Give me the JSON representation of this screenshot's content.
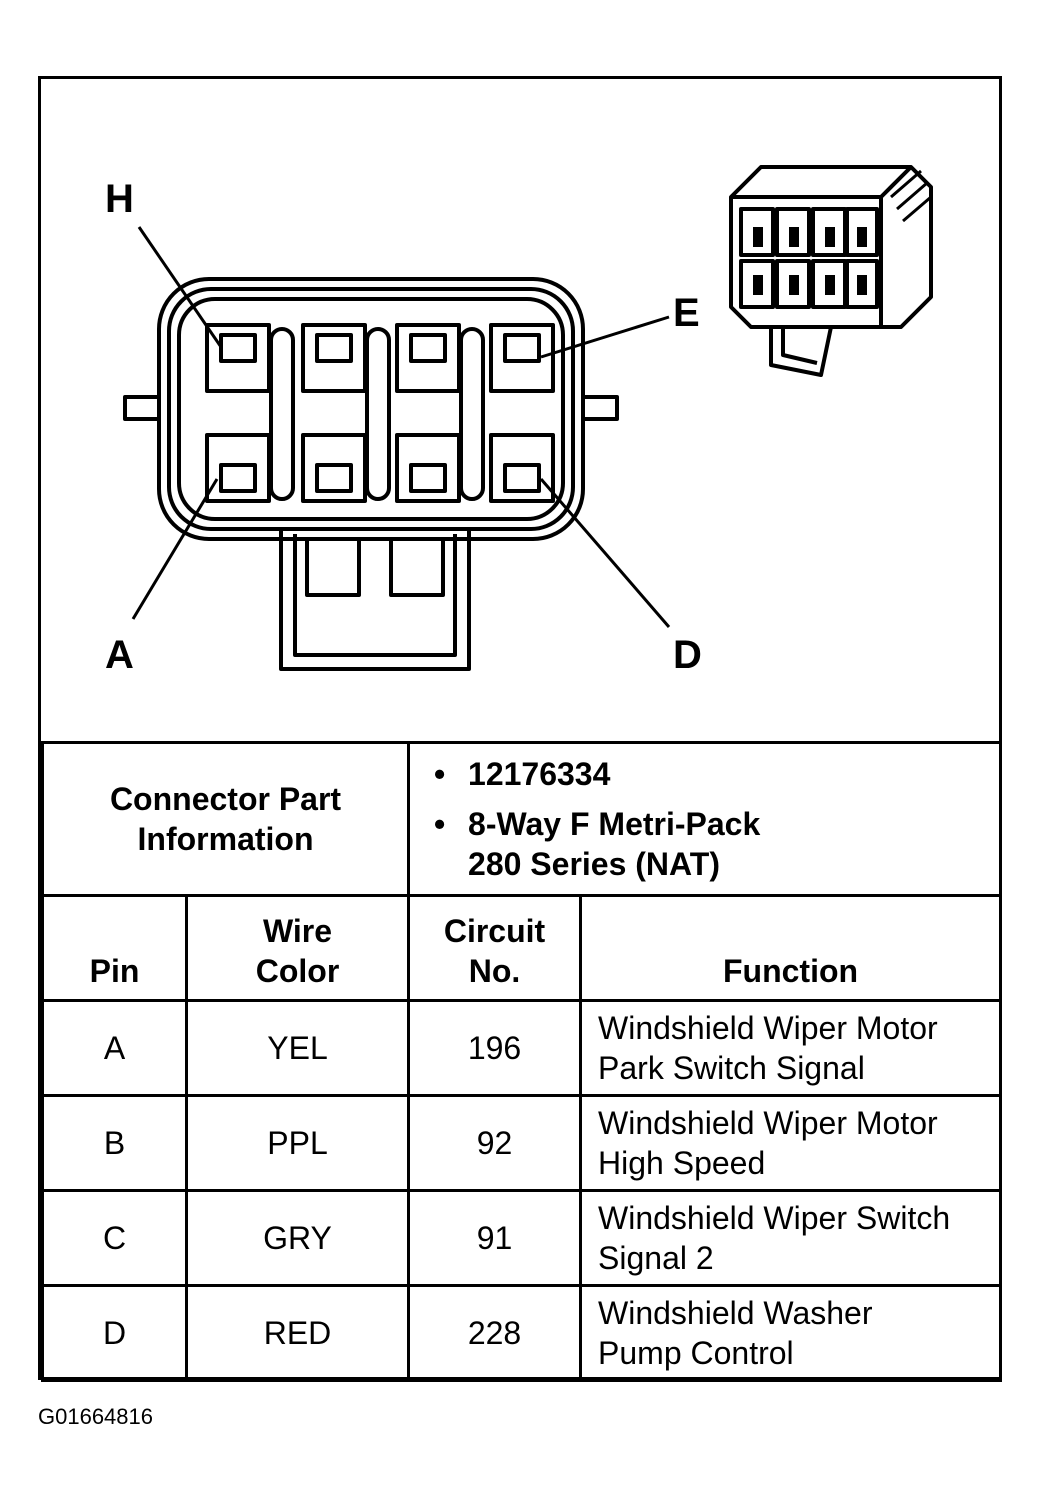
{
  "diagram": {
    "pin_labels": {
      "H": "H",
      "E": "E",
      "A": "A",
      "D": "D"
    }
  },
  "connector_info": {
    "label_line1": "Connector Part",
    "label_line2": "Information",
    "part_number": "12176334",
    "description_line1": "8-Way F Metri-Pack",
    "description_line2": "280 Series (NAT)"
  },
  "table": {
    "headers": {
      "pin": "Pin",
      "wire_color_line1": "Wire",
      "wire_color_line2": "Color",
      "circuit_line1": "Circuit",
      "circuit_line2": "No.",
      "function": "Function"
    },
    "rows": [
      {
        "pin": "A",
        "wire_color": "YEL",
        "circuit": "196",
        "function_line1": "Windshield Wiper Motor",
        "function_line2": "Park Switch Signal"
      },
      {
        "pin": "B",
        "wire_color": "PPL",
        "circuit": "92",
        "function_line1": "Windshield Wiper Motor",
        "function_line2": "High Speed"
      },
      {
        "pin": "C",
        "wire_color": "GRY",
        "circuit": "91",
        "function_line1": "Windshield Wiper Switch",
        "function_line2": "Signal 2"
      },
      {
        "pin": "D",
        "wire_color": "RED",
        "circuit": "228",
        "function_line1": "Windshield Washer",
        "function_line2": "Pump Control"
      }
    ]
  },
  "figure_id": "G01664816"
}
